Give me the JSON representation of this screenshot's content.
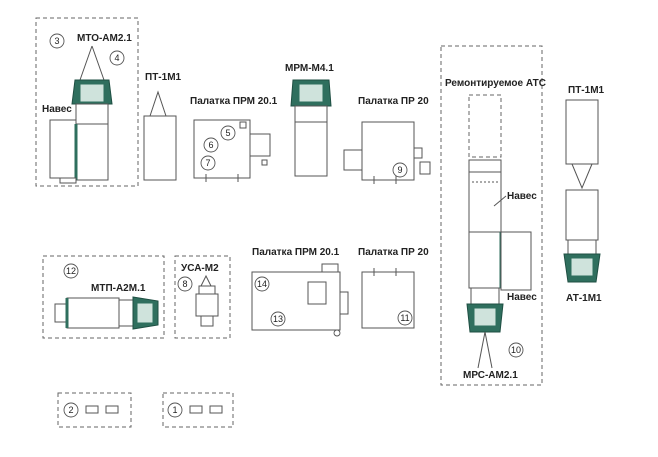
{
  "labels": {
    "mto": "МТО-АМ2.1",
    "naves_left": "Навес",
    "pt_left": "ПТ-1М1",
    "prm_top": "Палатка ПРМ 20.1",
    "mrm": "МРМ-М4.1",
    "pr_top": "Палатка ПР 20",
    "remont": "Ремонтируемое АТС",
    "pt_right": "ПТ-1М1",
    "naves_mid": "Навес",
    "naves_low": "Навес",
    "at": "АТ-1М1",
    "mtp": "МТП-А2М.1",
    "usa": "УСА-М2",
    "prm_bottom": "Палатка ПРМ 20.1",
    "pr_bottom": "Палатка ПР 20",
    "mrs": "МРС-АМ2.1"
  },
  "numbers": {
    "n1": "1",
    "n2": "2",
    "n3": "3",
    "n4": "4",
    "n5": "5",
    "n6": "6",
    "n7": "7",
    "n8": "8",
    "n9": "9",
    "n10": "10",
    "n11": "11",
    "n12": "12",
    "n13": "13",
    "n14": "14"
  },
  "colors": {
    "vehicle_dark": "#2f6f5e",
    "vehicle_light": "#cfe3dc",
    "line": "#555555",
    "dashed_frame": "#666666"
  }
}
